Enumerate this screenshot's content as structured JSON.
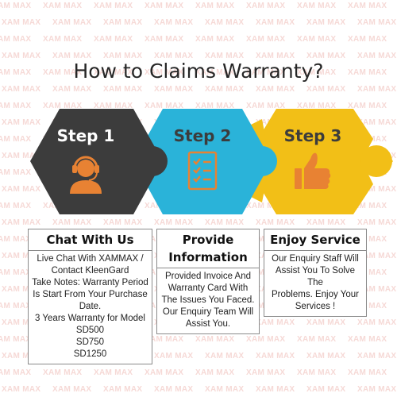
{
  "watermark": "XAM MAX",
  "title": "How to Claims Warranty?",
  "steps": [
    {
      "label": "Step 1",
      "color": "#3c3c3c",
      "icon": "support-agent-icon"
    },
    {
      "label": "Step 2",
      "color": "#2ab3d9",
      "icon": "checklist-icon"
    },
    {
      "label": "Step 3",
      "color": "#f2bf17",
      "icon": "thumbs-up-icon"
    }
  ],
  "accent": "#e88233",
  "cards": [
    {
      "title": "Chat With Us",
      "lines": [
        "Live Chat With XAMMAX /",
        "Contact KleenGard",
        "Take Notes: Warranty Period",
        "Is Start From Your Purchase",
        "Date.",
        "3 Years Warranty for Model",
        "SD500",
        "SD750",
        "SD1250"
      ]
    },
    {
      "title_lines": [
        "Provide",
        "Information"
      ],
      "lines": [
        "Provided Invoice And",
        "Warranty Card With",
        "The Issues You Faced.",
        "Our Enquiry Team Will",
        "Assist You."
      ]
    },
    {
      "title": "Enjoy Service",
      "lines": [
        "Our Enquiry Staff Will",
        "Assist You To Solve The",
        "Problems. Enjoy Your",
        "Services !"
      ]
    }
  ]
}
